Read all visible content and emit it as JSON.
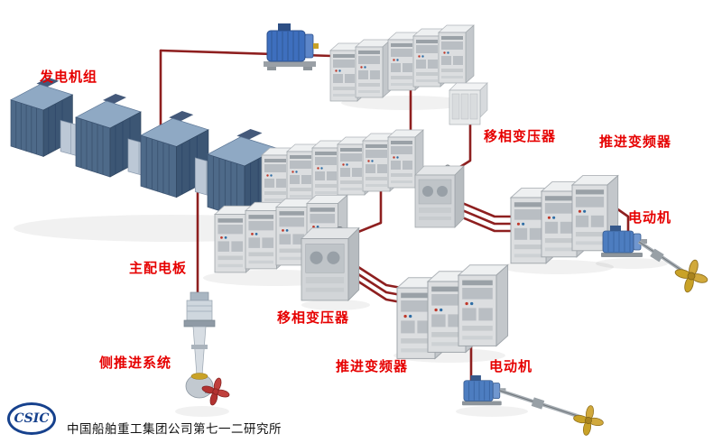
{
  "labels": {
    "generator_set": "发电机组",
    "main_switchboard": "主配电板",
    "phase_transformer_1": "移相变压器",
    "propulsion_vfd_1": "推进变频器",
    "motor_1": "电动机",
    "phase_transformer_2": "移相变压器",
    "propulsion_vfd_2": "推进变频器",
    "motor_2": "电动机",
    "side_thruster": "侧推进系统"
  },
  "footer": {
    "logo": "CSIC",
    "company": "中国船舶重工集团公司第七一二研究所"
  },
  "colors": {
    "label_red": "#e60000",
    "cable_dark_red": "#8e1f1f",
    "cabinet_gray": "#dcdee0",
    "engine_blue": "#4e6a89",
    "generator_gray": "#dde3eb",
    "motor_blue": "#3e6fbe",
    "propeller_gold": "#c9a227",
    "thruster_prop_red": "#b23230",
    "logo_blue": "#16418d",
    "background": "#ffffff"
  }
}
